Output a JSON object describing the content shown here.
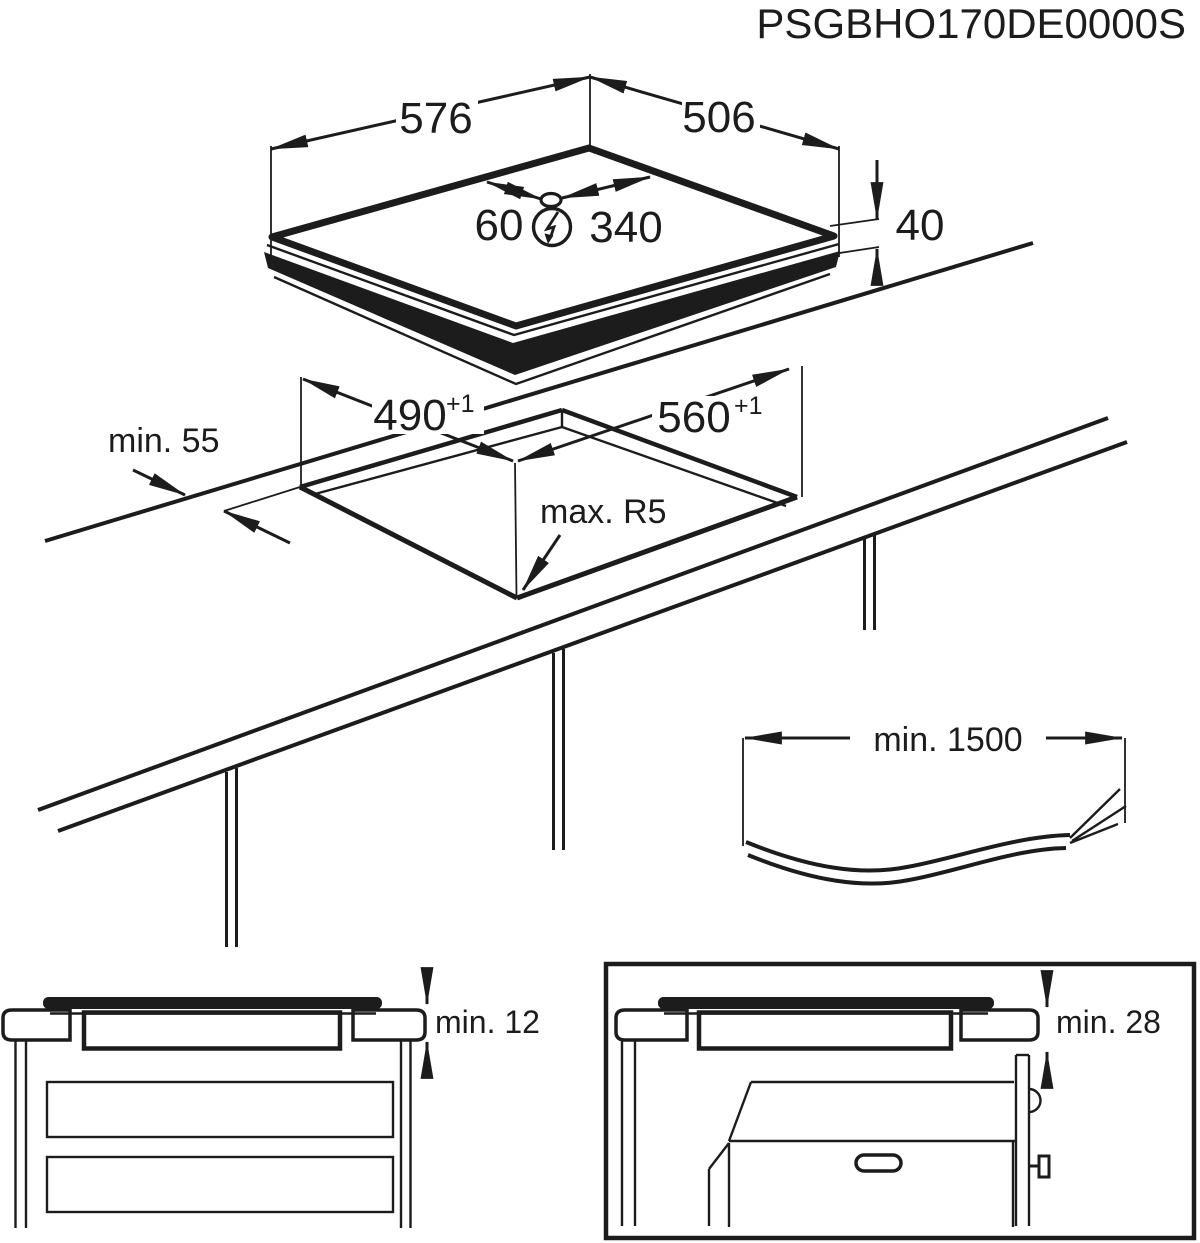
{
  "page": {
    "background": "#ffffff",
    "line_color": "#1c1c1c"
  },
  "header": {
    "product_code": "PSGBHO170DE0000S"
  },
  "hob_view": {
    "width": "576",
    "depth": "506",
    "cable_offset_left": "60",
    "cable_offset_right": "340",
    "height": "40",
    "power_icon": "lightning-bolt-circle",
    "cable_entry_icon": "cable-gland-ellipse"
  },
  "cutout_view": {
    "rear_clearance": "min. 55",
    "depth": "490",
    "depth_tolerance": "+1",
    "width": "560",
    "width_tolerance": "+1",
    "corner_radius": "max. R5"
  },
  "cable_view": {
    "length": "min. 1500",
    "cable_icon": "mains-cable-wavy"
  },
  "drawer_clearance_view": {
    "clearance": "min. 12"
  },
  "oven_clearance_view": {
    "clearance": "min. 28"
  }
}
